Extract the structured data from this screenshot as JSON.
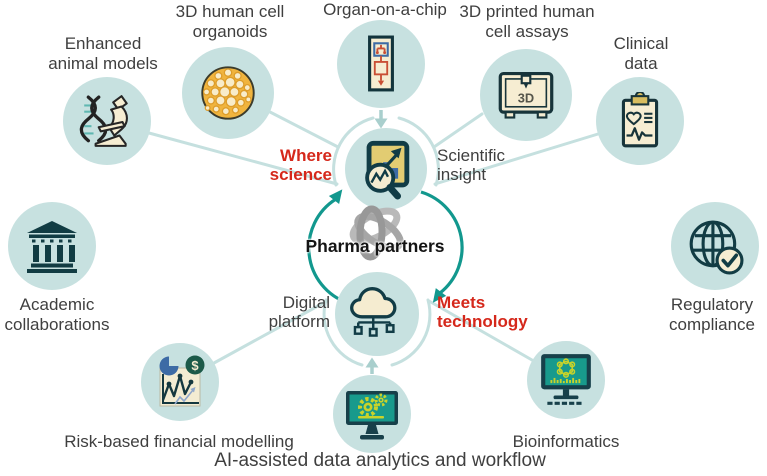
{
  "title": "Pharma partners ecosystem diagram",
  "palette": {
    "circle_bg": "#c7e1e0",
    "connector_line": "#c5e0df",
    "connector_arrow": "#a9cfcd",
    "cycle_arrow_teal": "#12988e",
    "dark_teal_icon": "#113c43",
    "screen_teal": "#189a8c",
    "gear_yellow": "#c9d32a",
    "cream": "#f6edd2",
    "gold_screen": "#e2cc72",
    "organoid_orange": "#f0b43e",
    "chart_blue": "#3d6ba5",
    "chip_red": "#c94f35",
    "clip_gold": "#d8bd5f",
    "dollar_green": "#1c5a49",
    "accent_red_text": "#d5281b",
    "logo_gray": "#adadad",
    "body_text": "#3f3f3f"
  },
  "center": {
    "brand": "Pharma partners",
    "science_tagline": "Where\nscience",
    "technology_tagline": "Meets\ntechnology",
    "science_hub_label": "Scientific\ninsight",
    "digital_hub_label": "Digital\nplatform"
  },
  "nodes": [
    {
      "id": "animal-models",
      "label": "Enhanced\nanimal models",
      "icon": "dna-microscope-icon"
    },
    {
      "id": "organoids",
      "label": "3D human cell\norganoids",
      "icon": "organoid-sphere-icon"
    },
    {
      "id": "organ-chip",
      "label": "Organ-on-a-chip",
      "icon": "organ-on-chip-icon"
    },
    {
      "id": "printed-assays",
      "label": "3D printed human\ncell assays",
      "icon": "printer-3d-icon",
      "icon_text": "3D"
    },
    {
      "id": "clinical-data",
      "label": "Clinical\ndata",
      "icon": "clipboard-heart-icon"
    },
    {
      "id": "academic",
      "label": "Academic\ncollaborations",
      "icon": "bank-building-icon"
    },
    {
      "id": "regulatory",
      "label": "Regulatory\ncompliance",
      "icon": "globe-check-icon"
    },
    {
      "id": "financial",
      "label": "Risk-based financial modelling",
      "icon": "financial-chart-icon",
      "icon_text": "$"
    },
    {
      "id": "ai-analytics",
      "label": "AI-assisted data analytics and workflow",
      "icon": "monitor-gears-icon"
    },
    {
      "id": "bioinformatics",
      "label": "Bioinformatics",
      "icon": "monitor-molecule-icon"
    }
  ],
  "connections": [
    {
      "from": "animal-models",
      "to": "scientific-insight"
    },
    {
      "from": "organoids",
      "to": "scientific-insight"
    },
    {
      "from": "organ-chip",
      "to": "scientific-insight"
    },
    {
      "from": "printed-assays",
      "to": "scientific-insight"
    },
    {
      "from": "clinical-data",
      "to": "scientific-insight"
    },
    {
      "from": "financial",
      "to": "digital-platform"
    },
    {
      "from": "ai-analytics",
      "to": "digital-platform"
    },
    {
      "from": "bioinformatics",
      "to": "digital-platform"
    },
    {
      "from": "digital-platform",
      "to": "scientific-insight"
    },
    {
      "from": "scientific-insight",
      "to": "digital-platform"
    }
  ]
}
